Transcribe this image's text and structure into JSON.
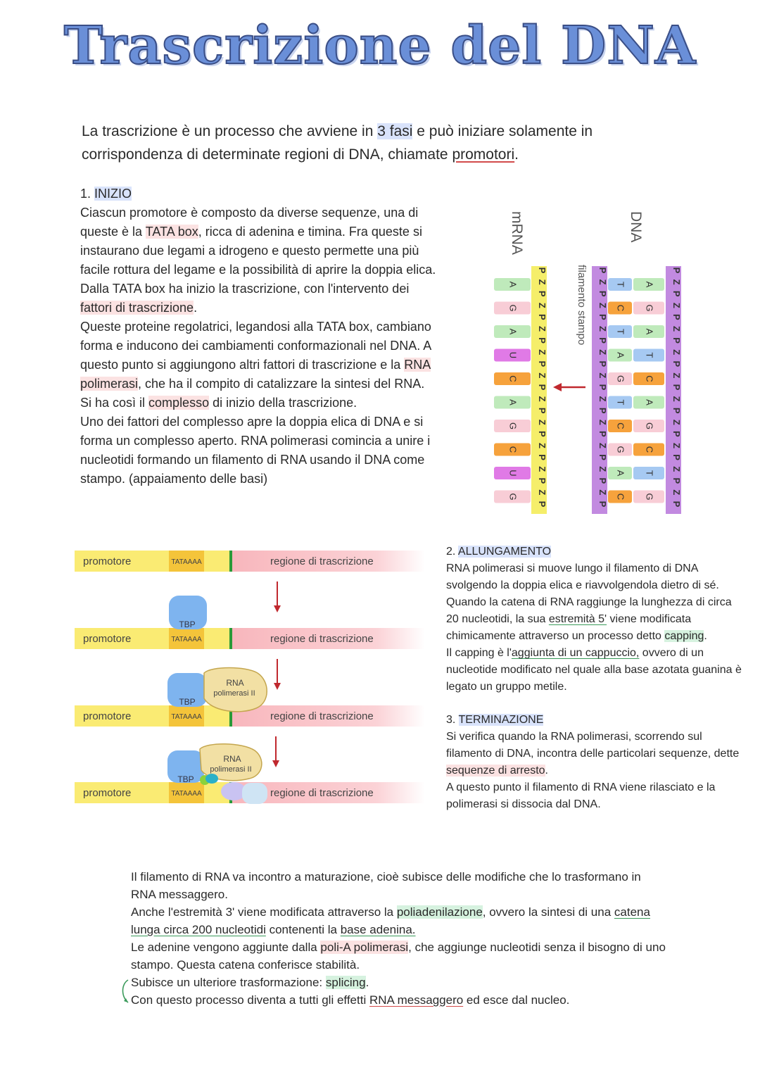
{
  "title": "Trascrizione del DNA",
  "intro": {
    "t1": "La trascrizione è un processo che avviene in ",
    "phases": "3 fasi",
    "t2": " e può iniziare solamente in corrispondenza di determinate regioni di DNA, chiamate ",
    "promoters": "promotori",
    "t3": "."
  },
  "inizio": {
    "num": "1. ",
    "heading": "INIZIO",
    "p1a": "Ciascun promotore è composto da diverse sequenze,  una di queste è la ",
    "tata": "TATA box",
    "p1b": ", ricca di adenina e timina. Fra queste si instaurano due legami a idrogeno e questo permette una più facile rottura del legame e la possibilità di aprire la doppia elica.",
    "p2a": "Dalla TATA box ha inizio la trascrizione, con l'intervento dei ",
    "fattori": "fattori di trascrizione",
    "p2b": ".",
    "p3a": "Queste proteine regolatrici, legandosi alla TATA box, cambiano forma e inducono dei cambiamenti conformazionali nel DNA. A questo punto si aggiungono altri fattori di trascrizione e la ",
    "rnapol": "RNA polimerasi",
    "p3b": ", che ha il compito di catalizzare la sintesi del RNA.",
    "p4a": "Si ha così il ",
    "complesso": "complesso",
    "p4b": " di inizio della trascrizione.",
    "p5": "Uno dei fattori del complesso apre la doppia elica di DNA e si forma un complesso aperto. RNA polimerasi comincia a unire i nucleotidi formando un filamento di RNA usando il DNA come stampo. (appaiamento delle basi)"
  },
  "base_diagram": {
    "label_mrna": "mRNA",
    "label_dna": "DNA",
    "label_template": "filamento stampo",
    "sugar": "Z",
    "phosphate": "P",
    "mrna_bases": [
      "A",
      "G",
      "A",
      "U",
      "C",
      "A",
      "G",
      "C",
      "U",
      "G"
    ],
    "template_bases": [
      "T",
      "C",
      "T",
      "A",
      "G",
      "T",
      "C",
      "G",
      "A",
      "C"
    ],
    "coding_bases": [
      "A",
      "G",
      "A",
      "T",
      "C",
      "A",
      "G",
      "C",
      "T",
      "G"
    ],
    "base_colors": {
      "A": "#bfeabb",
      "G": "#f8cdd6",
      "C": "#f6a23c",
      "T": "#a6c9f2",
      "U": "#e07ae6"
    },
    "strand_colors": {
      "mrna_backbone": "#f5ee6a",
      "dna_backbone": "#c28ae0"
    }
  },
  "initiation_diagram": {
    "promoter_label": "promotore",
    "tata_label": "TATAAAA",
    "region_label": "regione di trascrizione",
    "tbp_label": "TBP",
    "rnapol_label_1": "RNA",
    "rnapol_label_2": "polimerasi II"
  },
  "allungamento": {
    "num": "2. ",
    "heading": "ALLUNGAMENTO",
    "p1a": "RNA polimerasi si muove lungo il filamento di DNA svolgendo la doppia elica e riavvolgendola dietro di sé. Quando la catena di RNA raggiunge la lunghezza di circa 20 nucleotidi, la sua ",
    "estremita": "estremità 5'",
    "p1b": " viene modificata chimicamente attraverso un processo detto ",
    "capping": "capping",
    "p1c": ".",
    "p2a": "Il capping è l'",
    "aggiunta": "aggiunta di un cappuccio,",
    "p2b": " ovvero di un nucleotide modificato nel quale alla base azotata guanina è legato un gruppo metile."
  },
  "terminazione": {
    "num": "3. ",
    "heading": "TERMINAZIONE",
    "p1a": "Si verifica quando la RNA polimerasi, scorrendo sul filamento di DNA, incontra delle particolari sequenze, dette ",
    "seq": "sequenze di arresto",
    "p1b": ".",
    "p2": "A questo punto il filamento di RNA viene rilasciato e la polimerasi si dissocia dal DNA."
  },
  "maturazione": {
    "p1": "Il filamento di RNA va incontro a maturazione, cioè subisce delle modifiche che lo trasformano in RNA messaggero.",
    "p2a": "Anche l'estremità 3' viene modificata attraverso la ",
    "poli": "poliadenilazione",
    "p2b": ", ovvero la sintesi di una ",
    "catena": "catena lunga circa 200 nucleotidi",
    "p2c": " contenenti la ",
    "base": "base adenina.",
    "p3a": "Le adenine vengono aggiunte dalla ",
    "polia": "poli-A polimerasi",
    "p3b": ", che aggiunge nucleotidi senza il bisogno di uno stampo. Questa catena conferisce stabilità.",
    "p4a": "Subisce un ulteriore trasformazione: ",
    "splicing": "splicing",
    "p4b": ".",
    "p5a": "Con questo processo diventa a tutti gli effetti ",
    "mrna": "RNA messaggero",
    "p5b": " ed esce dal nucleo."
  }
}
